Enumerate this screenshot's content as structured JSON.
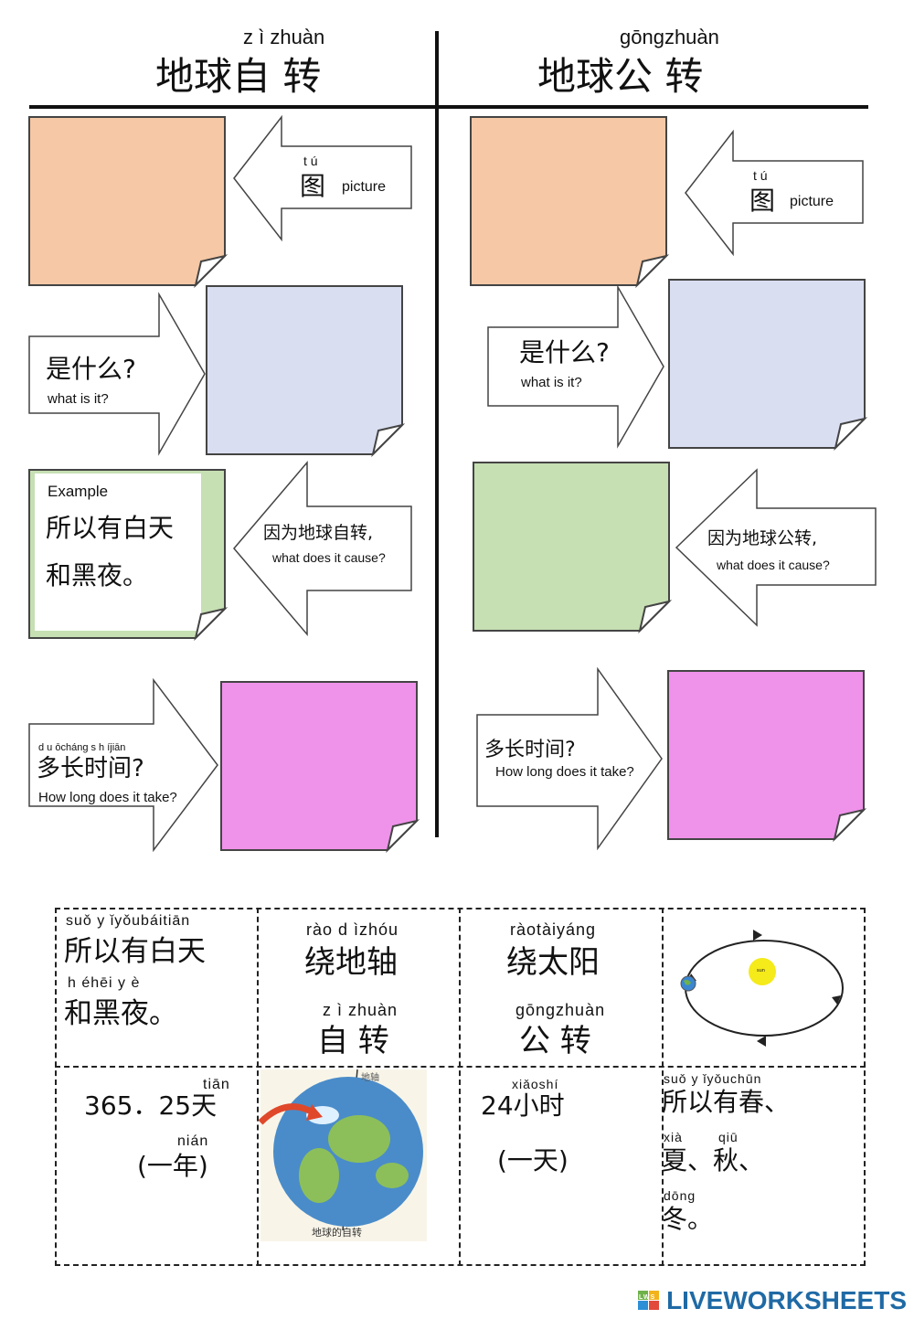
{
  "header": {
    "left_pinyin": "z ì zhuàn",
    "left_title": "地球自 转",
    "right_pinyin": "gōngzhuàn",
    "right_title": "地球公 转"
  },
  "colors": {
    "orange": "#f6c8a5",
    "blue": "#d9def1",
    "green": "#c6dfb3",
    "pink": "#ef92ea",
    "footer_blue": "#1f6aa5"
  },
  "left": {
    "picture_arrow": {
      "pinyin": "t ú",
      "zh": "图",
      "en": "picture"
    },
    "what_arrow": {
      "zh": "是什么?",
      "en": "what is it?"
    },
    "example_note": {
      "label": "Example",
      "line1": "所以有白天",
      "line2": "和黑夜。"
    },
    "cause_arrow": {
      "zh": "因为地球自转,",
      "en": "what does it cause?"
    },
    "time_arrow": {
      "pinyin": "d u ōcháng s h íjiān",
      "zh": "多长时间?",
      "en": "How long does it take?"
    }
  },
  "right": {
    "picture_arrow": {
      "pinyin": "t ú",
      "zh": "图",
      "en": "picture"
    },
    "what_arrow": {
      "zh": "是什么?",
      "en": "what is it?"
    },
    "cause_arrow": {
      "zh": "因为地球公转,",
      "en": "what does it cause?"
    },
    "time_arrow": {
      "zh": "多长时间?",
      "en": "How long does it take?"
    }
  },
  "cards": {
    "c1": {
      "py1": "suǒ y ǐyǒubáitiān",
      "zh1": "所以有白天",
      "py2": "h éhēi y è",
      "zh2": "和黑夜。"
    },
    "c2": {
      "py1": "rào d ìzhóu",
      "zh1": "绕地轴",
      "py2": "z ì zhuàn",
      "zh2": "自 转"
    },
    "c3": {
      "py1": "ràotàiyáng",
      "zh1": "绕太阳",
      "py2": "gōngzhuàn",
      "zh2": "公 转"
    },
    "c4": {
      "sun_label": "sun"
    },
    "c5": {
      "py1": "tiān",
      "zh1": "365．25天",
      "py2": "nián",
      "zh2": "(一年)"
    },
    "c6": {
      "caption": "地球的自转",
      "top_label": "地轴"
    },
    "c7": {
      "py1": "xiǎoshí",
      "zh1": "24小时",
      "zh2": "(一天)"
    },
    "c8": {
      "py1": "suǒ y ǐyǒuchūn",
      "zh1": "所以有春、",
      "py2a": "xià",
      "py2b": "qiū",
      "zh2": "夏、秋、",
      "py3": "dōng",
      "zh3": "冬。"
    }
  },
  "footer": {
    "brand": "LIVEWORKSHEETS",
    "logo_letters": "LWS"
  }
}
